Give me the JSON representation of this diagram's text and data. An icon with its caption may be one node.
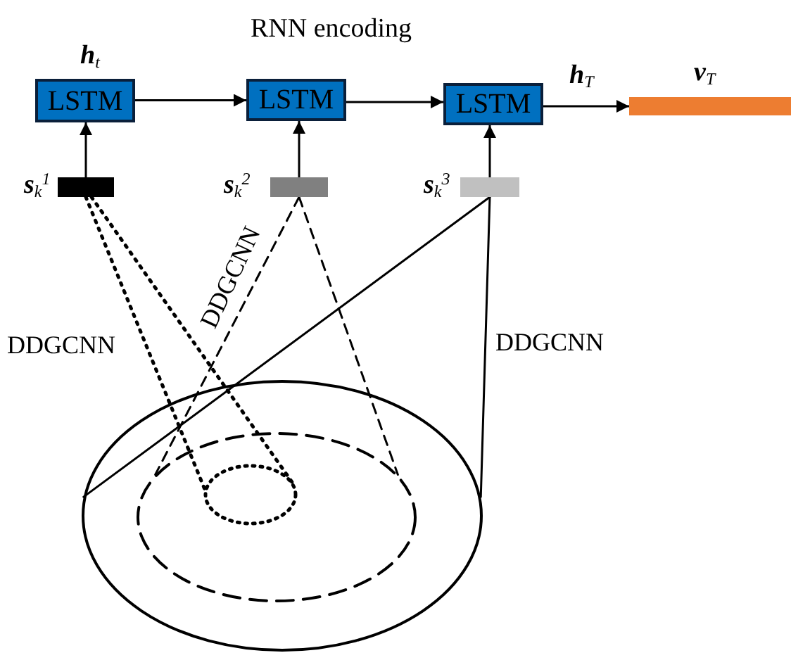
{
  "diagram": {
    "title": "RNN encoding",
    "nodes": [
      {
        "text": [
          "LSTM"
        ],
        "beside": [
          "**h**$_{t}$"
        ]
      },
      {
        "text": [
          "LSTM"
        ]
      },
      {
        "text": [
          "LSTM"
        ]
      },
      {
        "text": [],
        "shape": "bar",
        "beside": [
          "**v**$_{T}$"
        ]
      },
      {
        "text": [],
        "shape": "bar",
        "beside": [
          "**s**$_{k}$$^{1}$"
        ]
      },
      {
        "text": [],
        "shape": "bar",
        "beside": [
          "**s**$_{k}$$^{2}$"
        ]
      },
      {
        "text": [],
        "shape": "bar",
        "beside": [
          "**s**$_{k}$$^{3}$"
        ]
      },
      {
        "text": [],
        "shape": "ellipse"
      },
      {
        "text": [],
        "shape": "ellipse",
        "in": 7
      },
      {
        "text": [],
        "shape": "ellipse",
        "in": 8
      }
    ],
    "edges": [
      {
        "from": 0,
        "to": 1,
        "arrow": "to"
      },
      {
        "from": 1,
        "to": 2,
        "arrow": "to"
      },
      {
        "from": 2,
        "to": 3,
        "arrow": "to",
        "label": "**h**$_{T}$"
      },
      {
        "from": 4,
        "to": 0,
        "arrow": "to"
      },
      {
        "from": 5,
        "to": 1,
        "arrow": "to"
      },
      {
        "from": 6,
        "to": 2,
        "arrow": "to"
      },
      {
        "from": 4,
        "to": 9,
        "arrow": "none",
        "style": "dashed"
      },
      {
        "from": 4,
        "to": 9,
        "arrow": "none",
        "style": "dashed"
      },
      {
        "from": 5,
        "to": 8,
        "arrow": "none",
        "style": "dashed"
      },
      {
        "from": 5,
        "to": 8,
        "arrow": "none",
        "style": "dashed"
      },
      {
        "from": 6,
        "to": 7,
        "arrow": "none"
      },
      {
        "from": 6,
        "to": 7,
        "arrow": "none"
      }
    ],
    "labels": [
      "DDGCNN",
      "DDGCNN",
      "DDGCNN"
    ]
  }
}
